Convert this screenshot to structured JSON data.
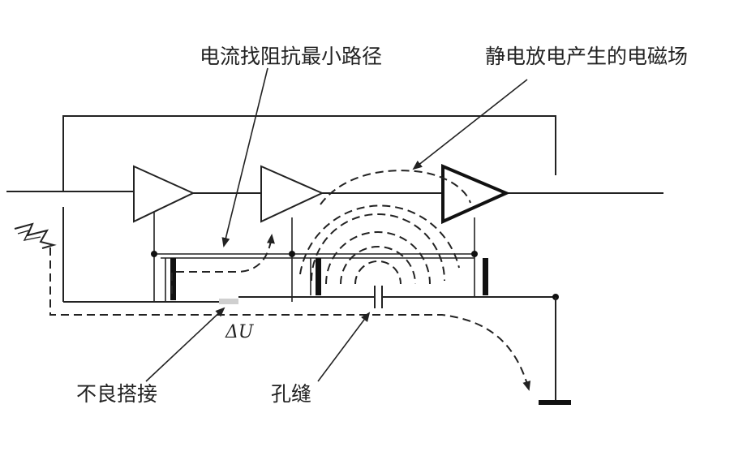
{
  "labels": {
    "current_path": "电流找阻抗最小路径",
    "esd_field": "静电放电产生的电磁场",
    "poor_bonding": "不良搭接",
    "slot": "孔缝",
    "delta_u": "ΔU"
  },
  "icons": {
    "esd": "lightning-bolt-icon",
    "ground": "ground-symbol-icon"
  }
}
